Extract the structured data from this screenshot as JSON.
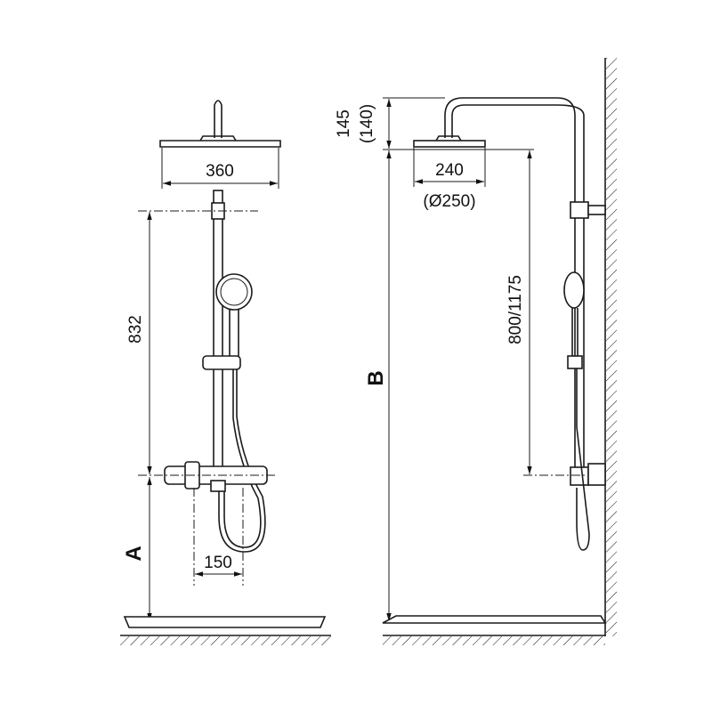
{
  "front_view": {
    "head_width": "360",
    "column_height": "832",
    "mixer_height_label": "A",
    "inlet_spacing": "150"
  },
  "side_view": {
    "head_offset": "145",
    "head_offset_alt": "(140)",
    "head_width": "240",
    "head_diameter_alt": "(Ø250)",
    "overall_height_label": "B",
    "column_height": "800/1175"
  }
}
